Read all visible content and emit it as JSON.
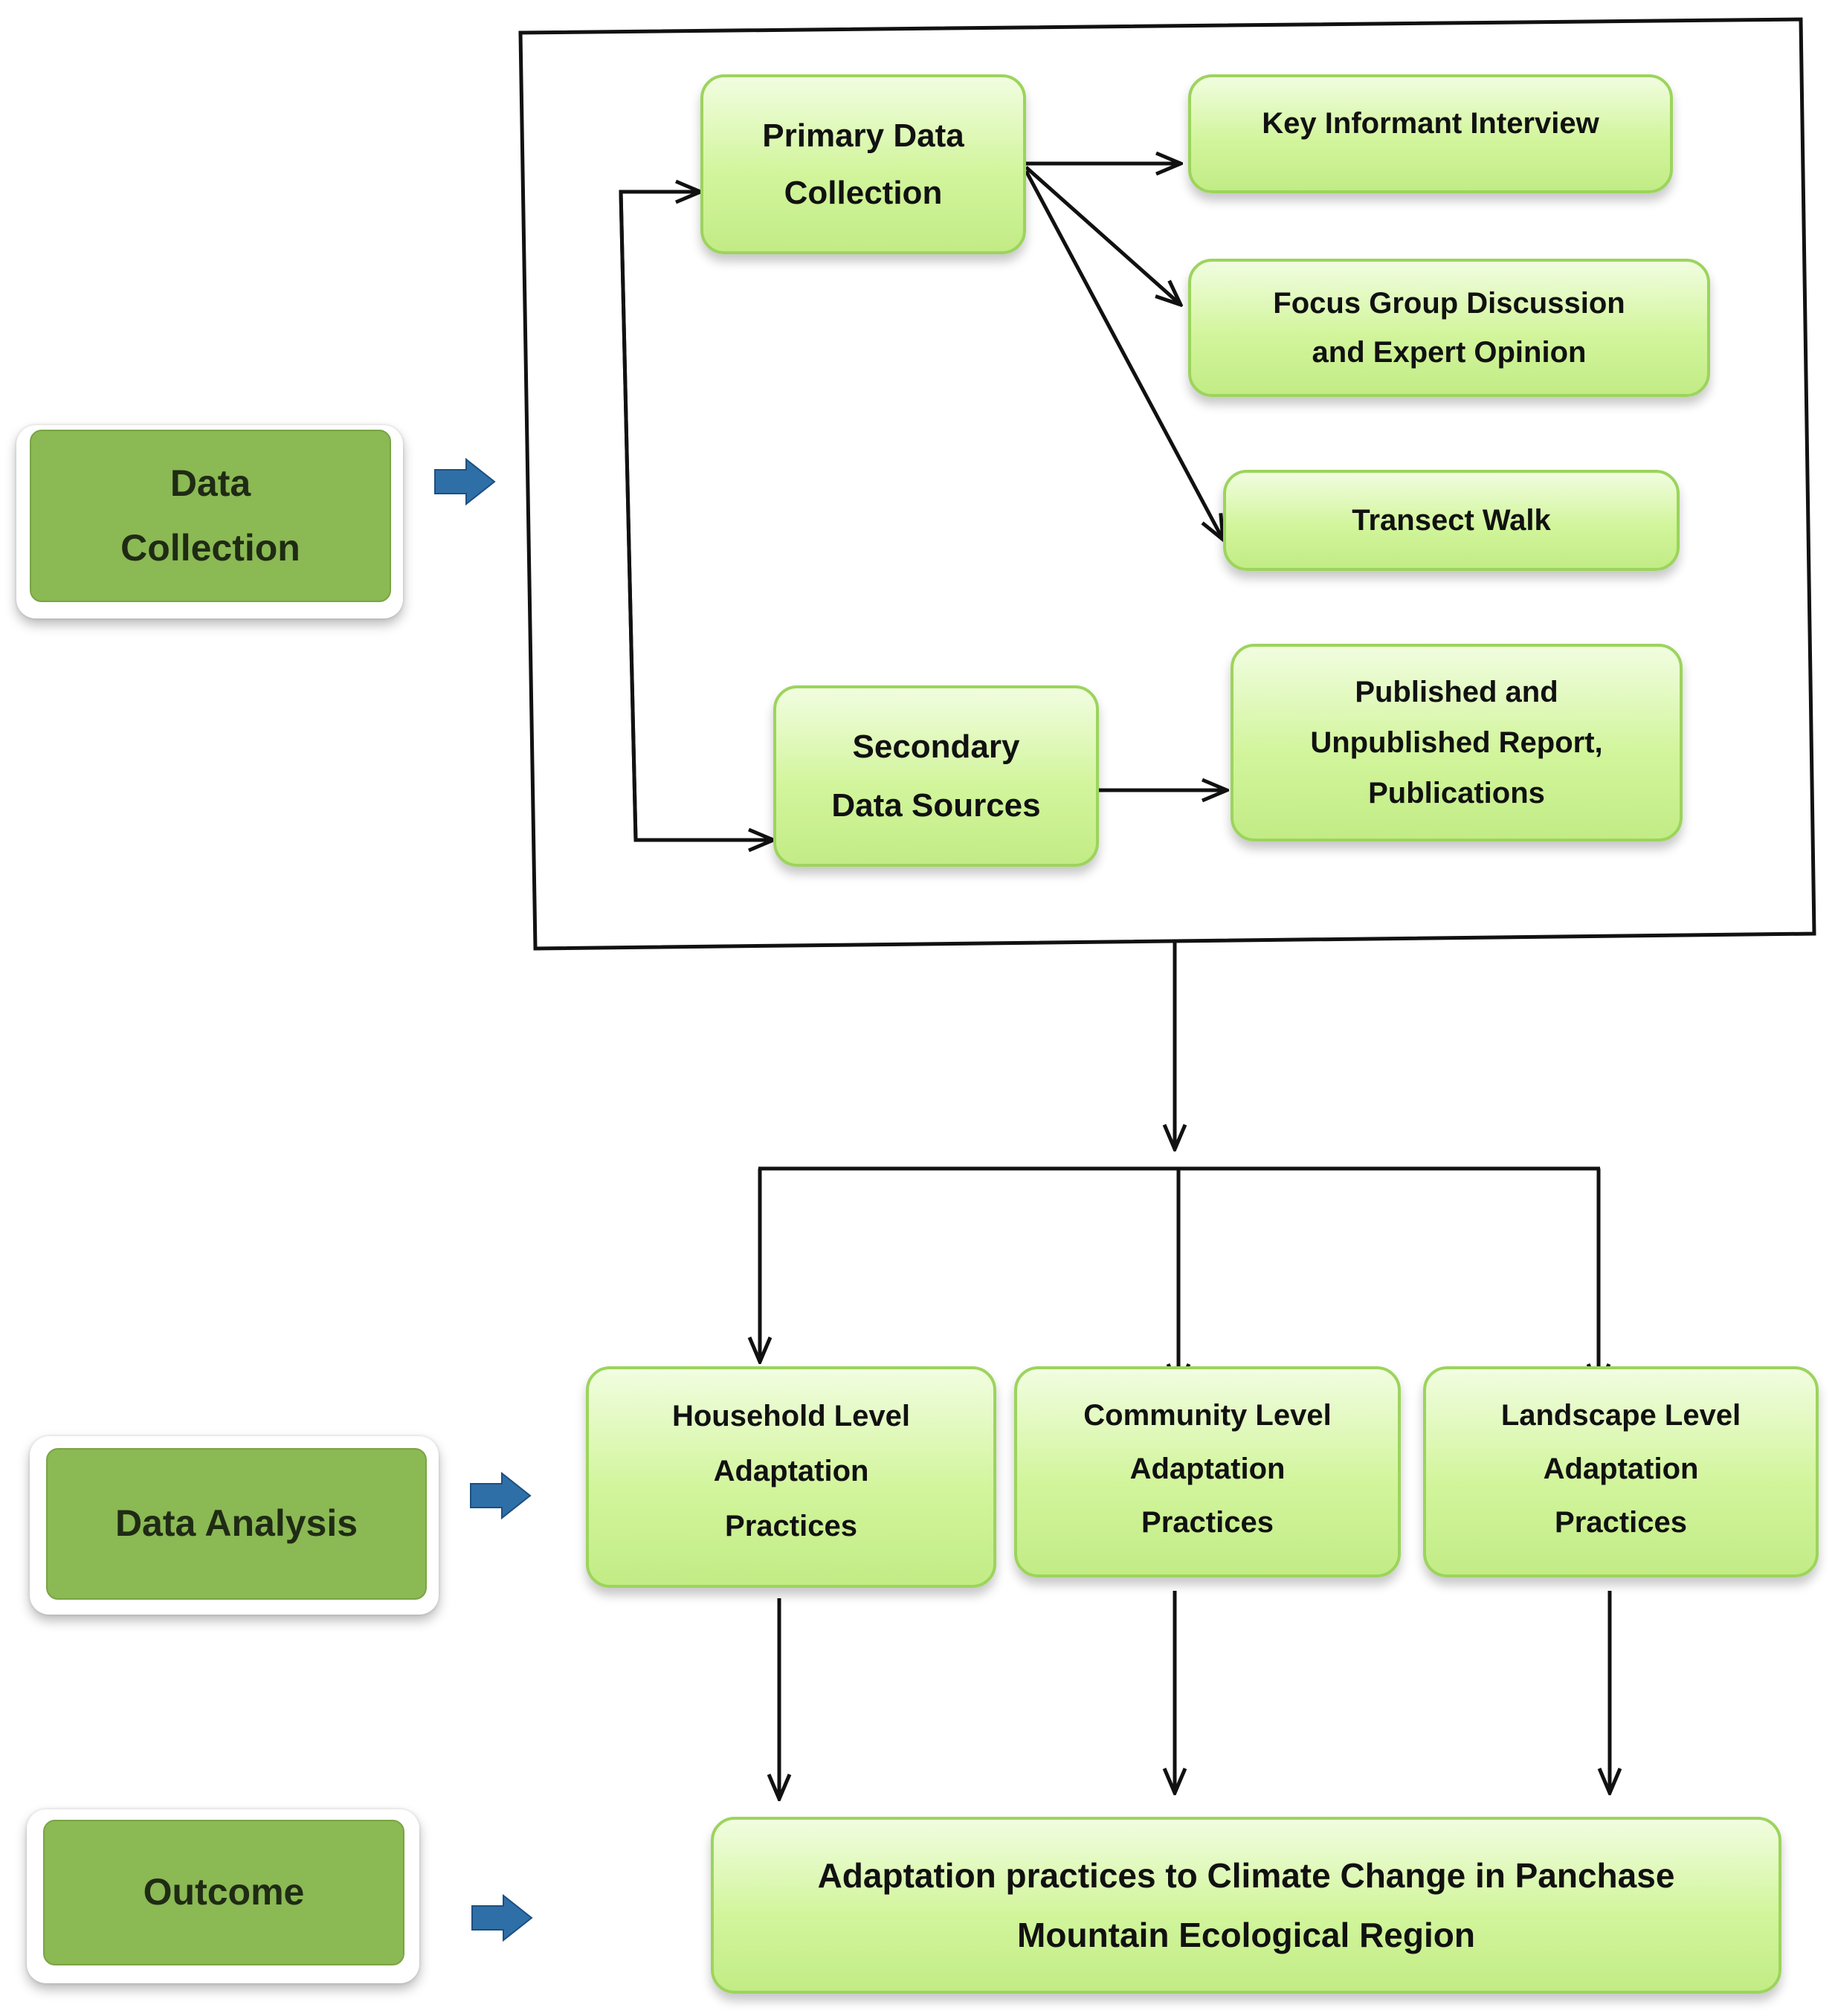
{
  "stages": {
    "collection": "Data\nCollection",
    "analysis": "Data Analysis",
    "outcome": "Outcome"
  },
  "nodes": {
    "primary": "Primary Data\nCollection",
    "key_informant": "Key Informant Interview",
    "focus_group": "Focus Group Discussion\nand Expert Opinion",
    "transect": "Transect Walk",
    "secondary": "Secondary\nData Sources",
    "published": "Published and\nUnpublished Report,\nPublications",
    "household": "Household Level\nAdaptation\nPractices",
    "community": "Community Level\nAdaptation\nPractices",
    "landscape": "Landscape Level\nAdaptation\nPractices",
    "outcome": "Adaptation practices to Climate Change in Panchase\nMountain Ecological Region"
  },
  "colors": {
    "stage_fill": "#8bb954",
    "node_border": "#9cd45c",
    "pointer_arrow": "#2f6fa8",
    "connector": "#111111"
  },
  "icons": [
    "blue-right-arrow-icon"
  ]
}
